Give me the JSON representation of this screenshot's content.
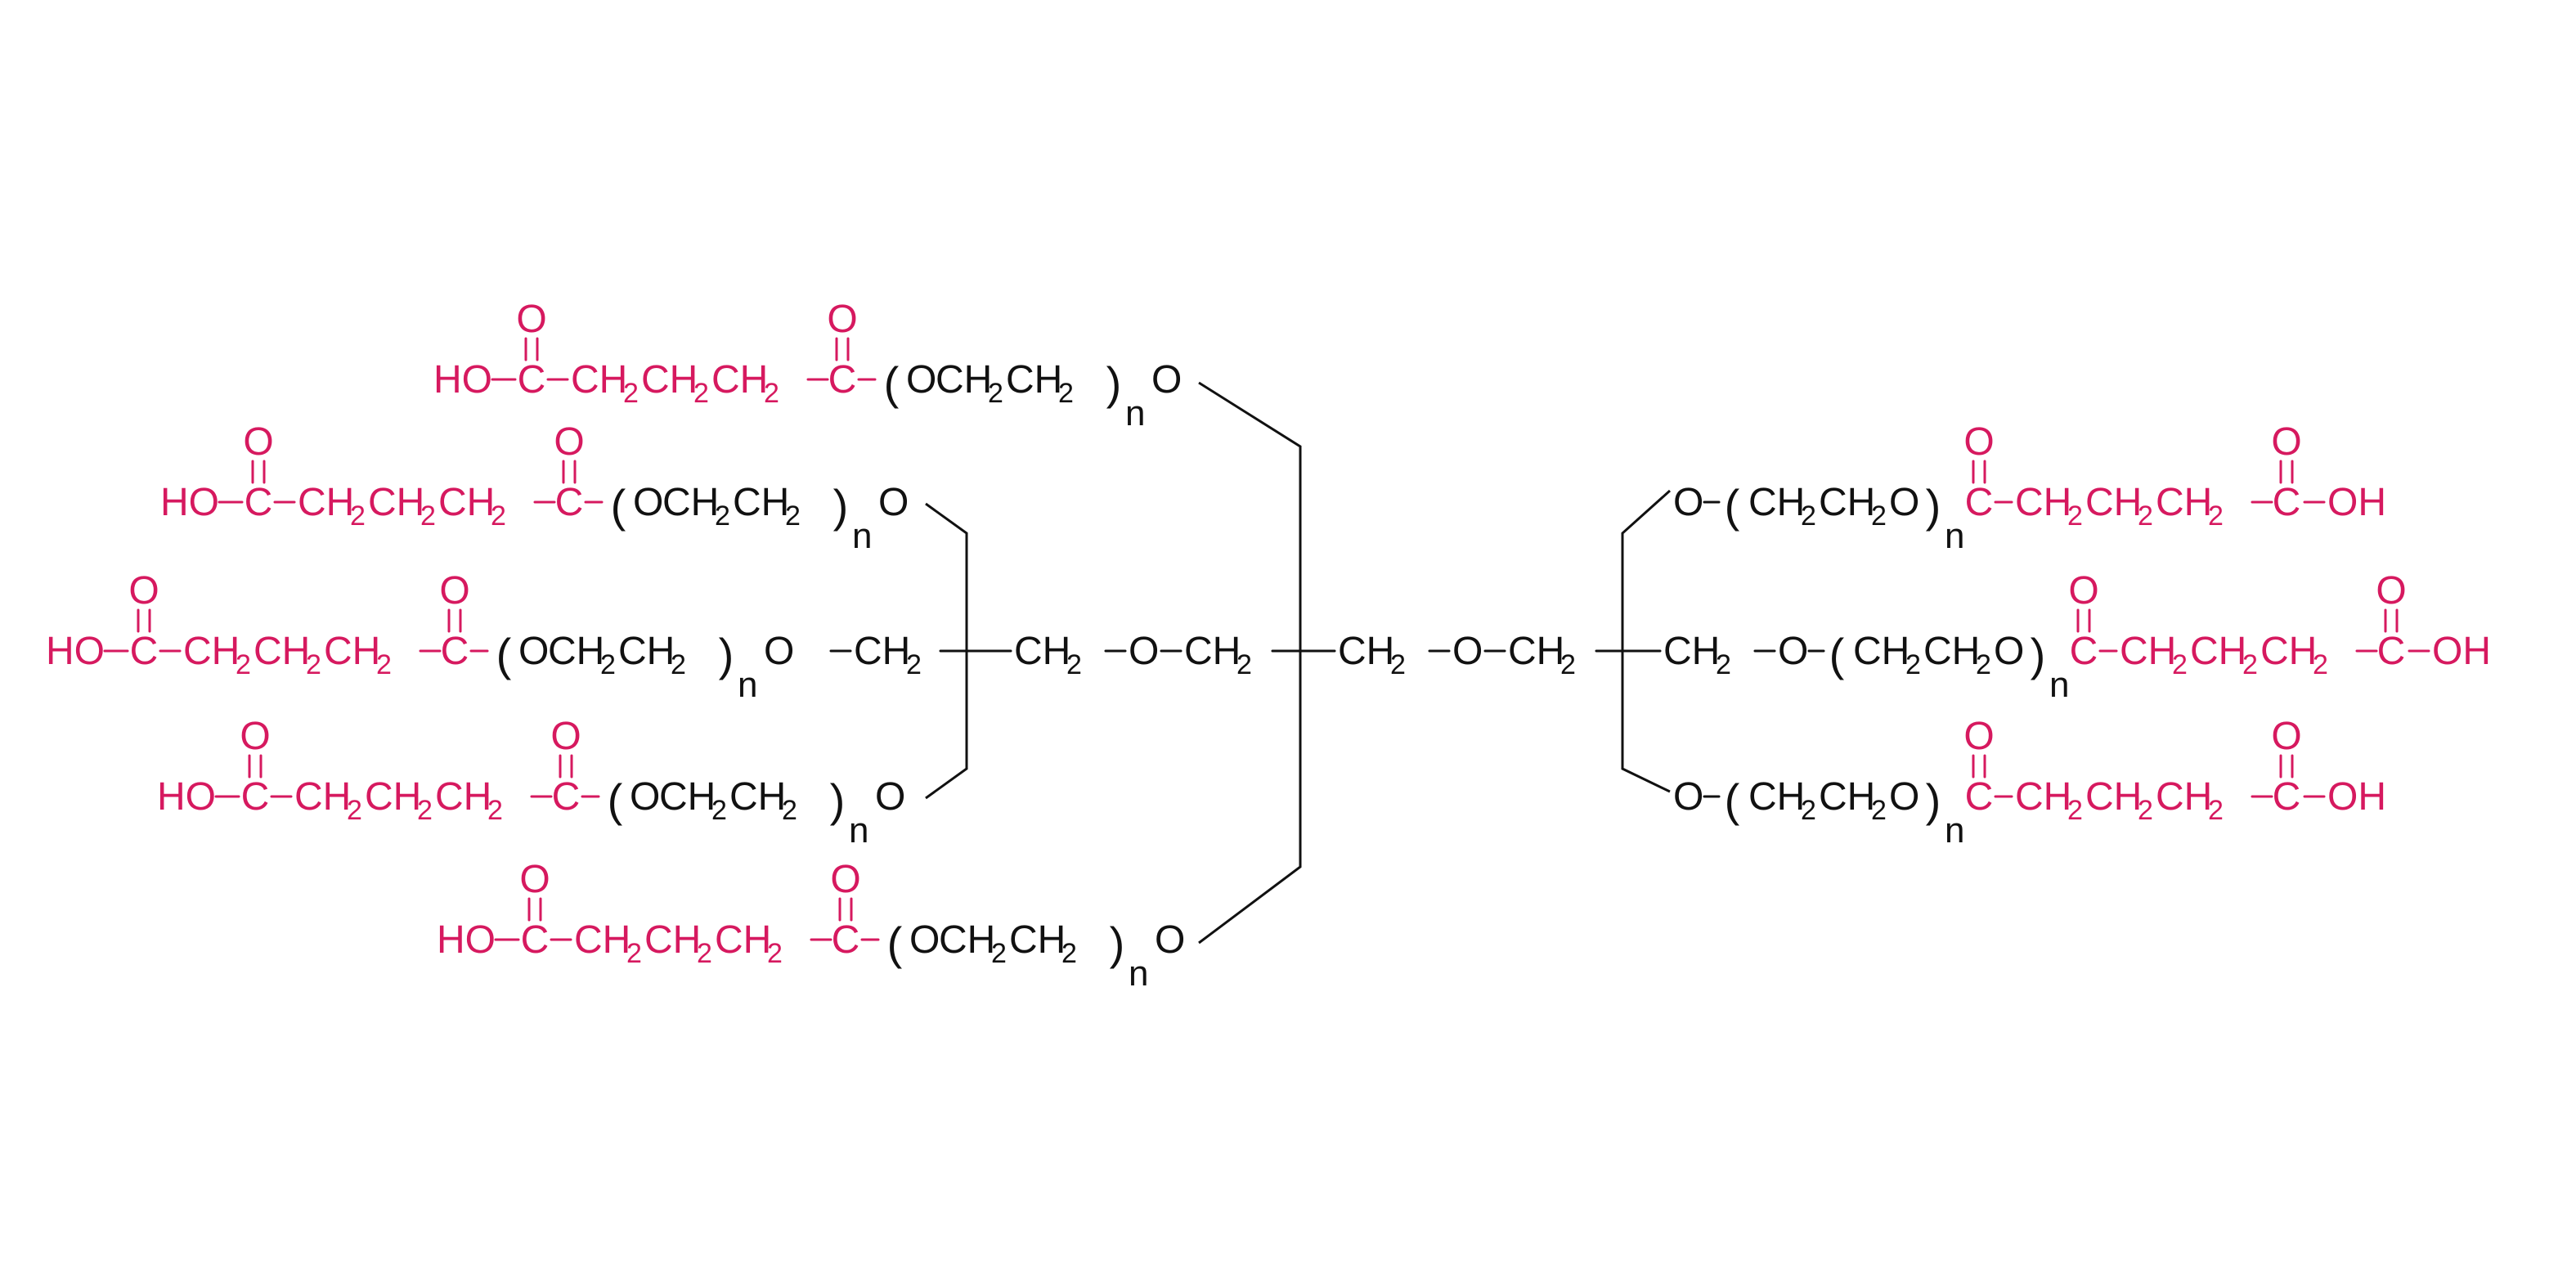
{
  "colors": {
    "endgroup": "#d6195f",
    "backbone": "#111111"
  },
  "labels": {
    "ho": "HO",
    "oh": "OH",
    "o": "O",
    "c": "C",
    "n": "n",
    "ch": "CH",
    "sub2": "2",
    "dash": "–",
    "paren_open": "(",
    "paren_close": ")"
  }
}
